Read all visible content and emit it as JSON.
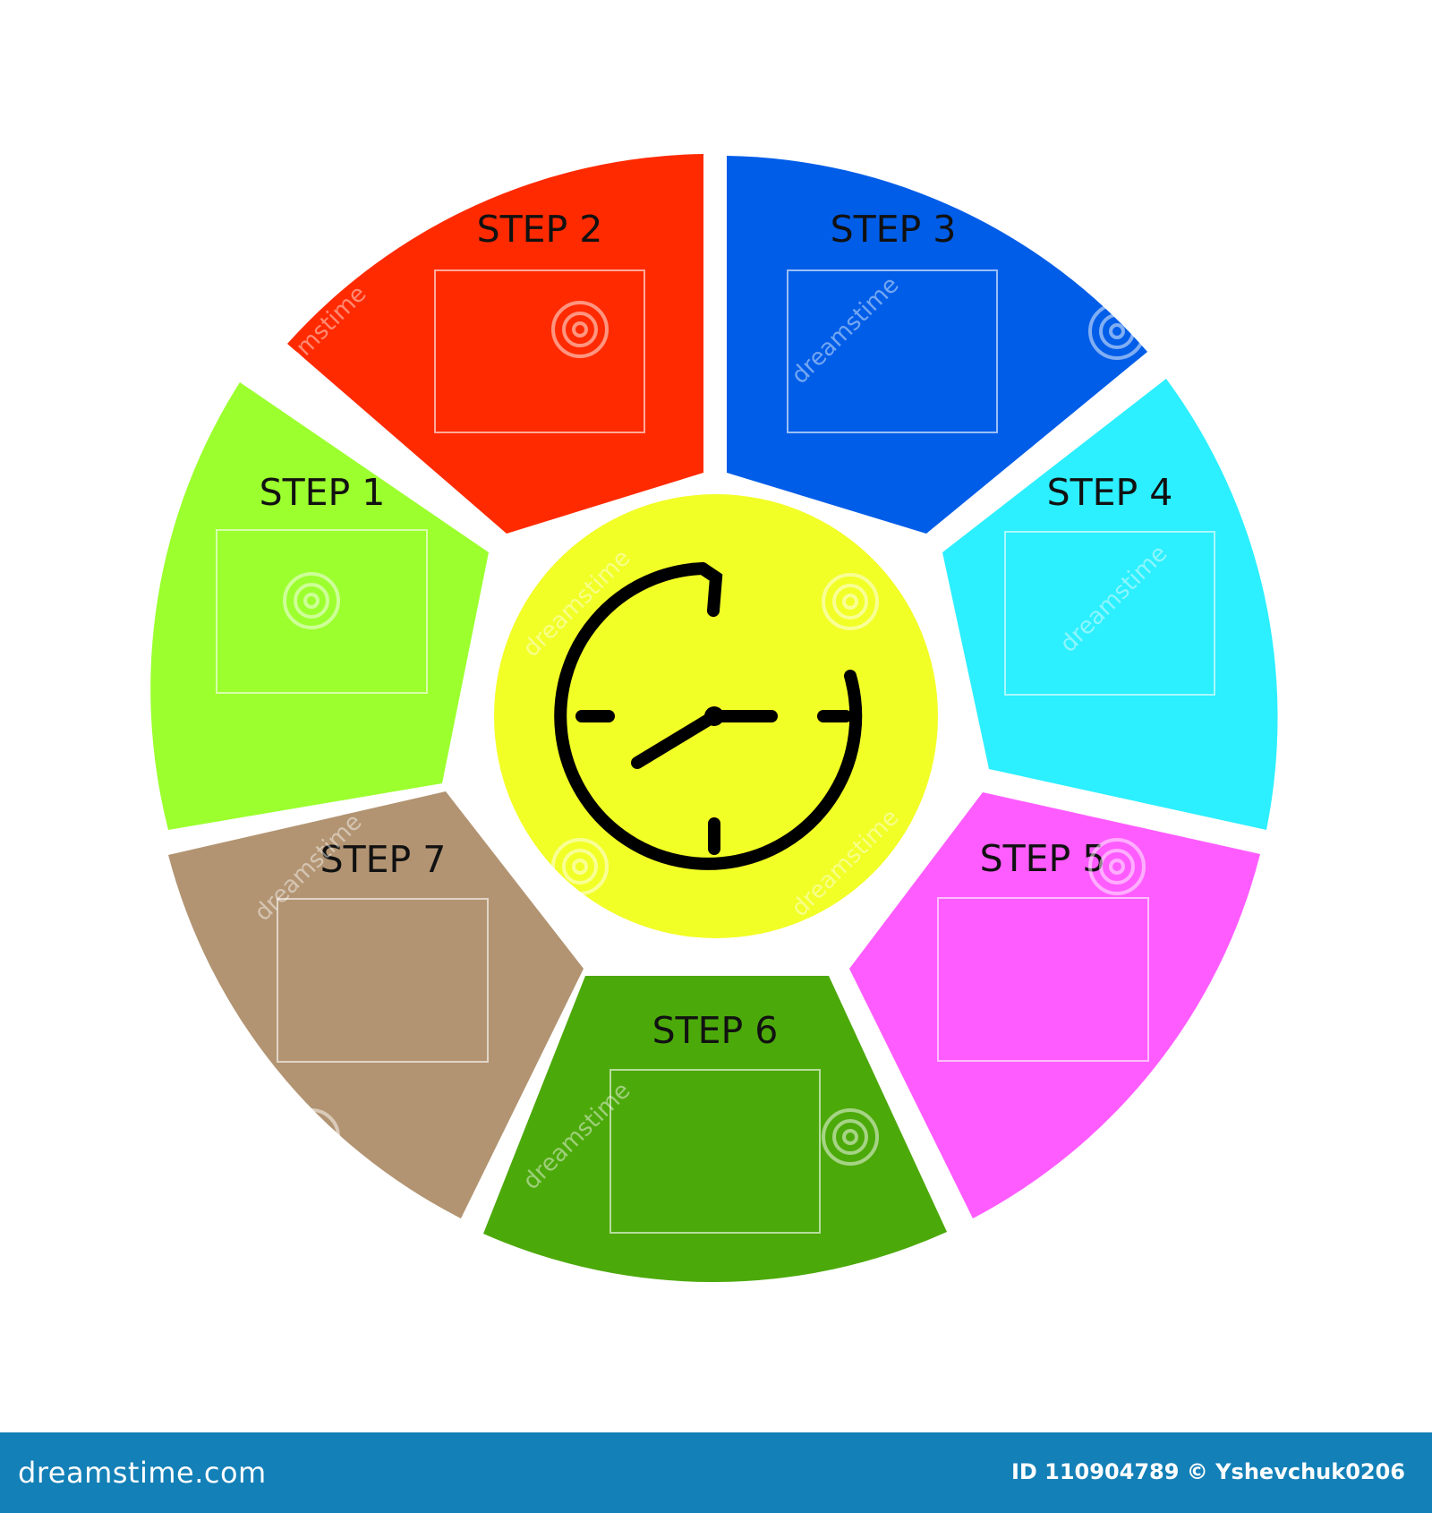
{
  "diagram": {
    "steps": [
      {
        "id": "step-1",
        "label": "STEP 1",
        "color": "#9cff2e"
      },
      {
        "id": "step-2",
        "label": "STEP 2",
        "color": "#ff2a00"
      },
      {
        "id": "step-3",
        "label": "STEP 3",
        "color": "#005de8"
      },
      {
        "id": "step-4",
        "label": "STEP 4",
        "color": "#2cefff"
      },
      {
        "id": "step-5",
        "label": "STEP  5",
        "color": "#ff5cff"
      },
      {
        "id": "step-6",
        "label": "STEP 6",
        "color": "#4ca90a"
      },
      {
        "id": "step-7",
        "label": "STEP 7",
        "color": "#b29472"
      }
    ],
    "center": {
      "color": "#f2ff27",
      "icon": "clock-refresh-icon"
    }
  },
  "watermark": {
    "text": "dreamstime"
  },
  "footer": {
    "brand": "dreamstime.com",
    "credit": "ID 110904789 © Yshevchuk0206"
  }
}
